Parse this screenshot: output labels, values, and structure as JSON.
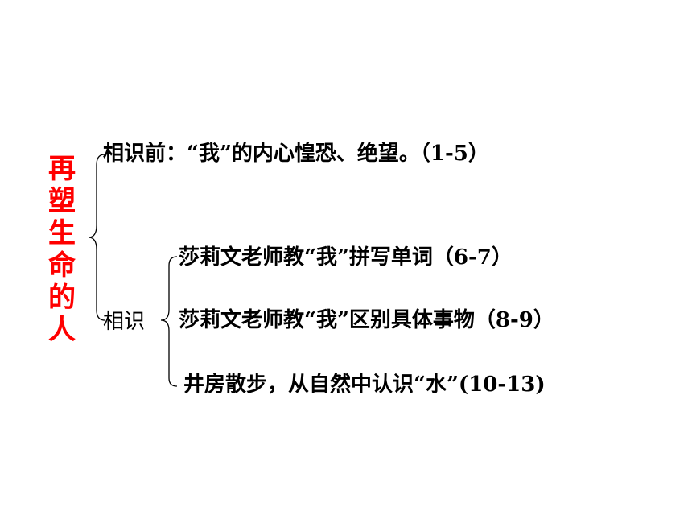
{
  "root": {
    "title": "再\n塑\n生\n命\n的\n人",
    "color": "#ff0000"
  },
  "branches": {
    "before": {
      "label": "相识前：“我”的内心惶恐、绝望。（1-5）"
    },
    "meeting": {
      "label": "相识",
      "items": [
        "莎莉文老师教“我”拼写单词（6-7）",
        "莎莉文老师教“我”区别具体事物（8-9）",
        "井房散步，从自然中认识“水”(10-13)"
      ]
    }
  }
}
